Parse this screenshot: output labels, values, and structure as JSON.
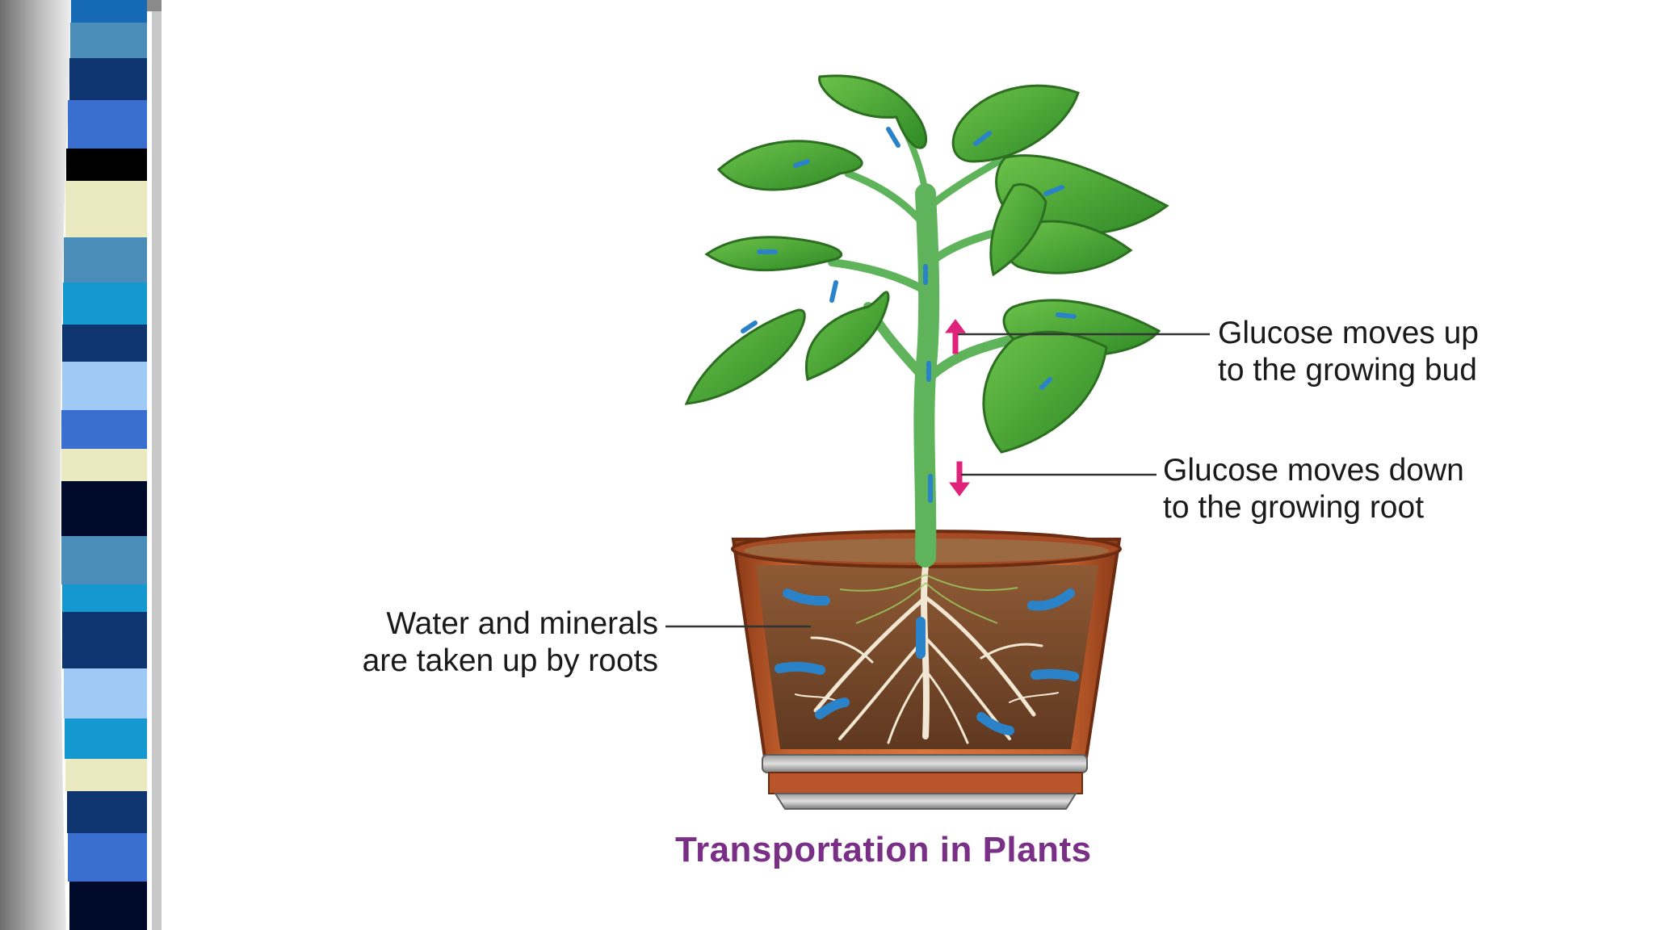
{
  "slide": {
    "caption": "Transportation in Plants",
    "labels": {
      "glucose_up": [
        "Glucose moves up",
        "to the growing bud"
      ],
      "glucose_down": [
        "Glucose moves down",
        "to the growing root"
      ],
      "water_minerals": [
        "Water and minerals",
        "are taken up by roots"
      ]
    }
  },
  "colors": {
    "caption": "#7a2f86",
    "leaf": "#3f9a2c",
    "leaf_light": "#6cc24a",
    "stem": "#5fb35a",
    "pot": "#b5532a",
    "soil": "#7a4a2b",
    "roots": "#f1e7d2",
    "water_arrow": "#2a83c9",
    "glucose_arrow": "#e0237a",
    "stripe_palette": [
      "#1569b5",
      "#4a8db8",
      "#0f3570",
      "#3a6fd0",
      "#000000",
      "#eae9c0",
      "#1598cf",
      "#9fcaf5",
      "#000a2a"
    ]
  }
}
